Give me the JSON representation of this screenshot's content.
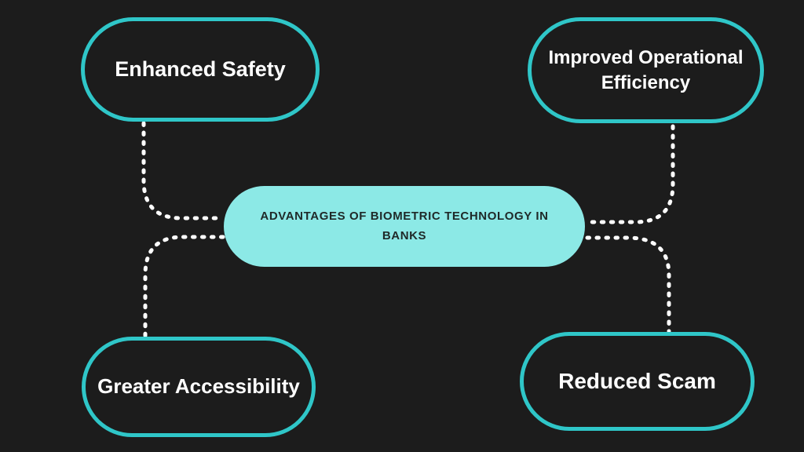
{
  "diagram": {
    "center": {
      "id": "center-title",
      "label": "ADVANTAGES OF BIOMETRIC TECHNOLOGY IN BANKS"
    },
    "nodes": [
      {
        "id": "enhanced-safety",
        "label": "Enhanced Safety",
        "position": "top-left"
      },
      {
        "id": "improved-operational-efficiency",
        "label": "Improved Operational Efficiency",
        "position": "top-right"
      },
      {
        "id": "greater-accessibility",
        "label": "Greater Accessibility",
        "position": "bottom-left"
      },
      {
        "id": "reduced-scam",
        "label": "Reduced Scam",
        "position": "bottom-right"
      }
    ],
    "connections": [
      {
        "from": "enhanced-safety",
        "to": "center-title",
        "style": "dashed"
      },
      {
        "from": "improved-operational-efficiency",
        "to": "center-title",
        "style": "dashed"
      },
      {
        "from": "greater-accessibility",
        "to": "center-title",
        "style": "dashed"
      },
      {
        "from": "reduced-scam",
        "to": "center-title",
        "style": "dashed"
      }
    ],
    "colors": {
      "background": "#1c1c1c",
      "node_border": "#2fc6c8",
      "node_text": "#ffffff",
      "center_fill": "#8ce9e6",
      "center_text": "#1f2928",
      "connector": "#ffffff"
    }
  }
}
